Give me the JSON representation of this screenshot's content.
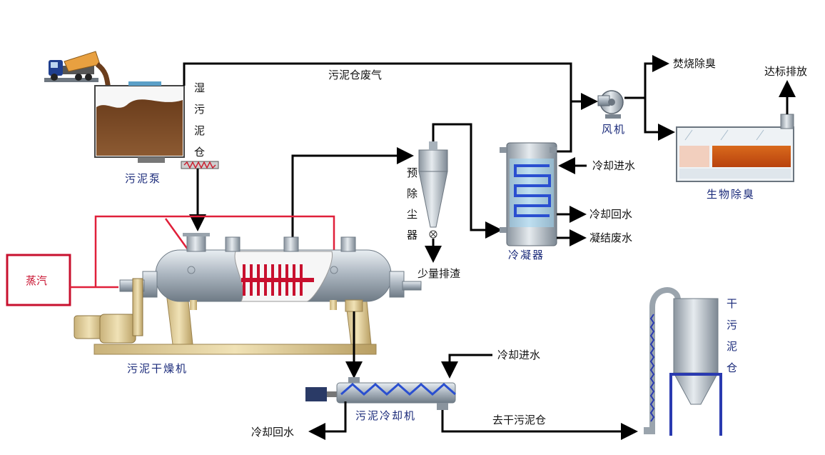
{
  "labels": {
    "wet_bin": [
      "湿",
      "污",
      "泥",
      "仓"
    ],
    "sludge_pump": "污泥泵",
    "bin_exhaust": "污泥仓废气",
    "fan": "风机",
    "incinerate": "焚烧除臭",
    "discharge": "达标排放",
    "bio_deodor": "生物除臭",
    "precollector": [
      "预",
      "除",
      "尘",
      "器"
    ],
    "slag": "少量排渣",
    "condenser": "冷凝器",
    "cw_in_1": "冷却进水",
    "cw_out_1": "冷却回水",
    "condensate": "凝结废水",
    "steam": "蒸汽",
    "dryer": "污泥干燥机",
    "cw_in_2": "冷却进水",
    "cooler": "污泥冷却机",
    "cw_out_2": "冷却回水",
    "to_dry_bin": "去干污泥仓",
    "dry_bin": [
      "干",
      "污",
      "泥",
      "仓"
    ]
  },
  "colors": {
    "pipe": "#000000",
    "steam": "#e0203a",
    "sludge": "#7a4a26",
    "steel": "#b9c2cc",
    "blue_text": "#1a2a7a",
    "dry_bin_frame": "#2a3ab0"
  }
}
